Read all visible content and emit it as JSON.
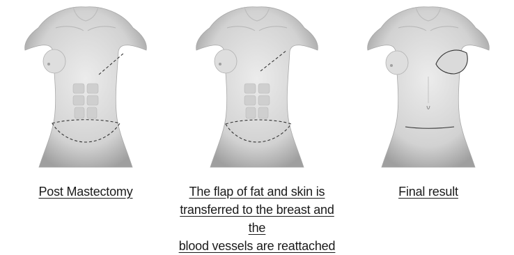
{
  "panels": [
    {
      "caption_lines": [
        "Post Mastectomy"
      ],
      "mastectomy_side": "left",
      "incision_abdomen": true,
      "incision_chest": true,
      "reconstructed": false
    },
    {
      "caption_lines": [
        "The flap of fat and skin is",
        "transferred to the breast and the",
        "blood vessels are reattached"
      ],
      "mastectomy_side": "left",
      "incision_abdomen": true,
      "incision_chest": true,
      "reconstructed": false
    },
    {
      "caption_lines": [
        "Final result"
      ],
      "mastectomy_side": "left",
      "incision_abdomen": false,
      "incision_chest": false,
      "reconstructed": true
    }
  ],
  "colors": {
    "skin_light": "#e8e8e8",
    "skin_mid": "#c9c9c9",
    "skin_dark": "#9a9a9a",
    "line": "#333333"
  }
}
